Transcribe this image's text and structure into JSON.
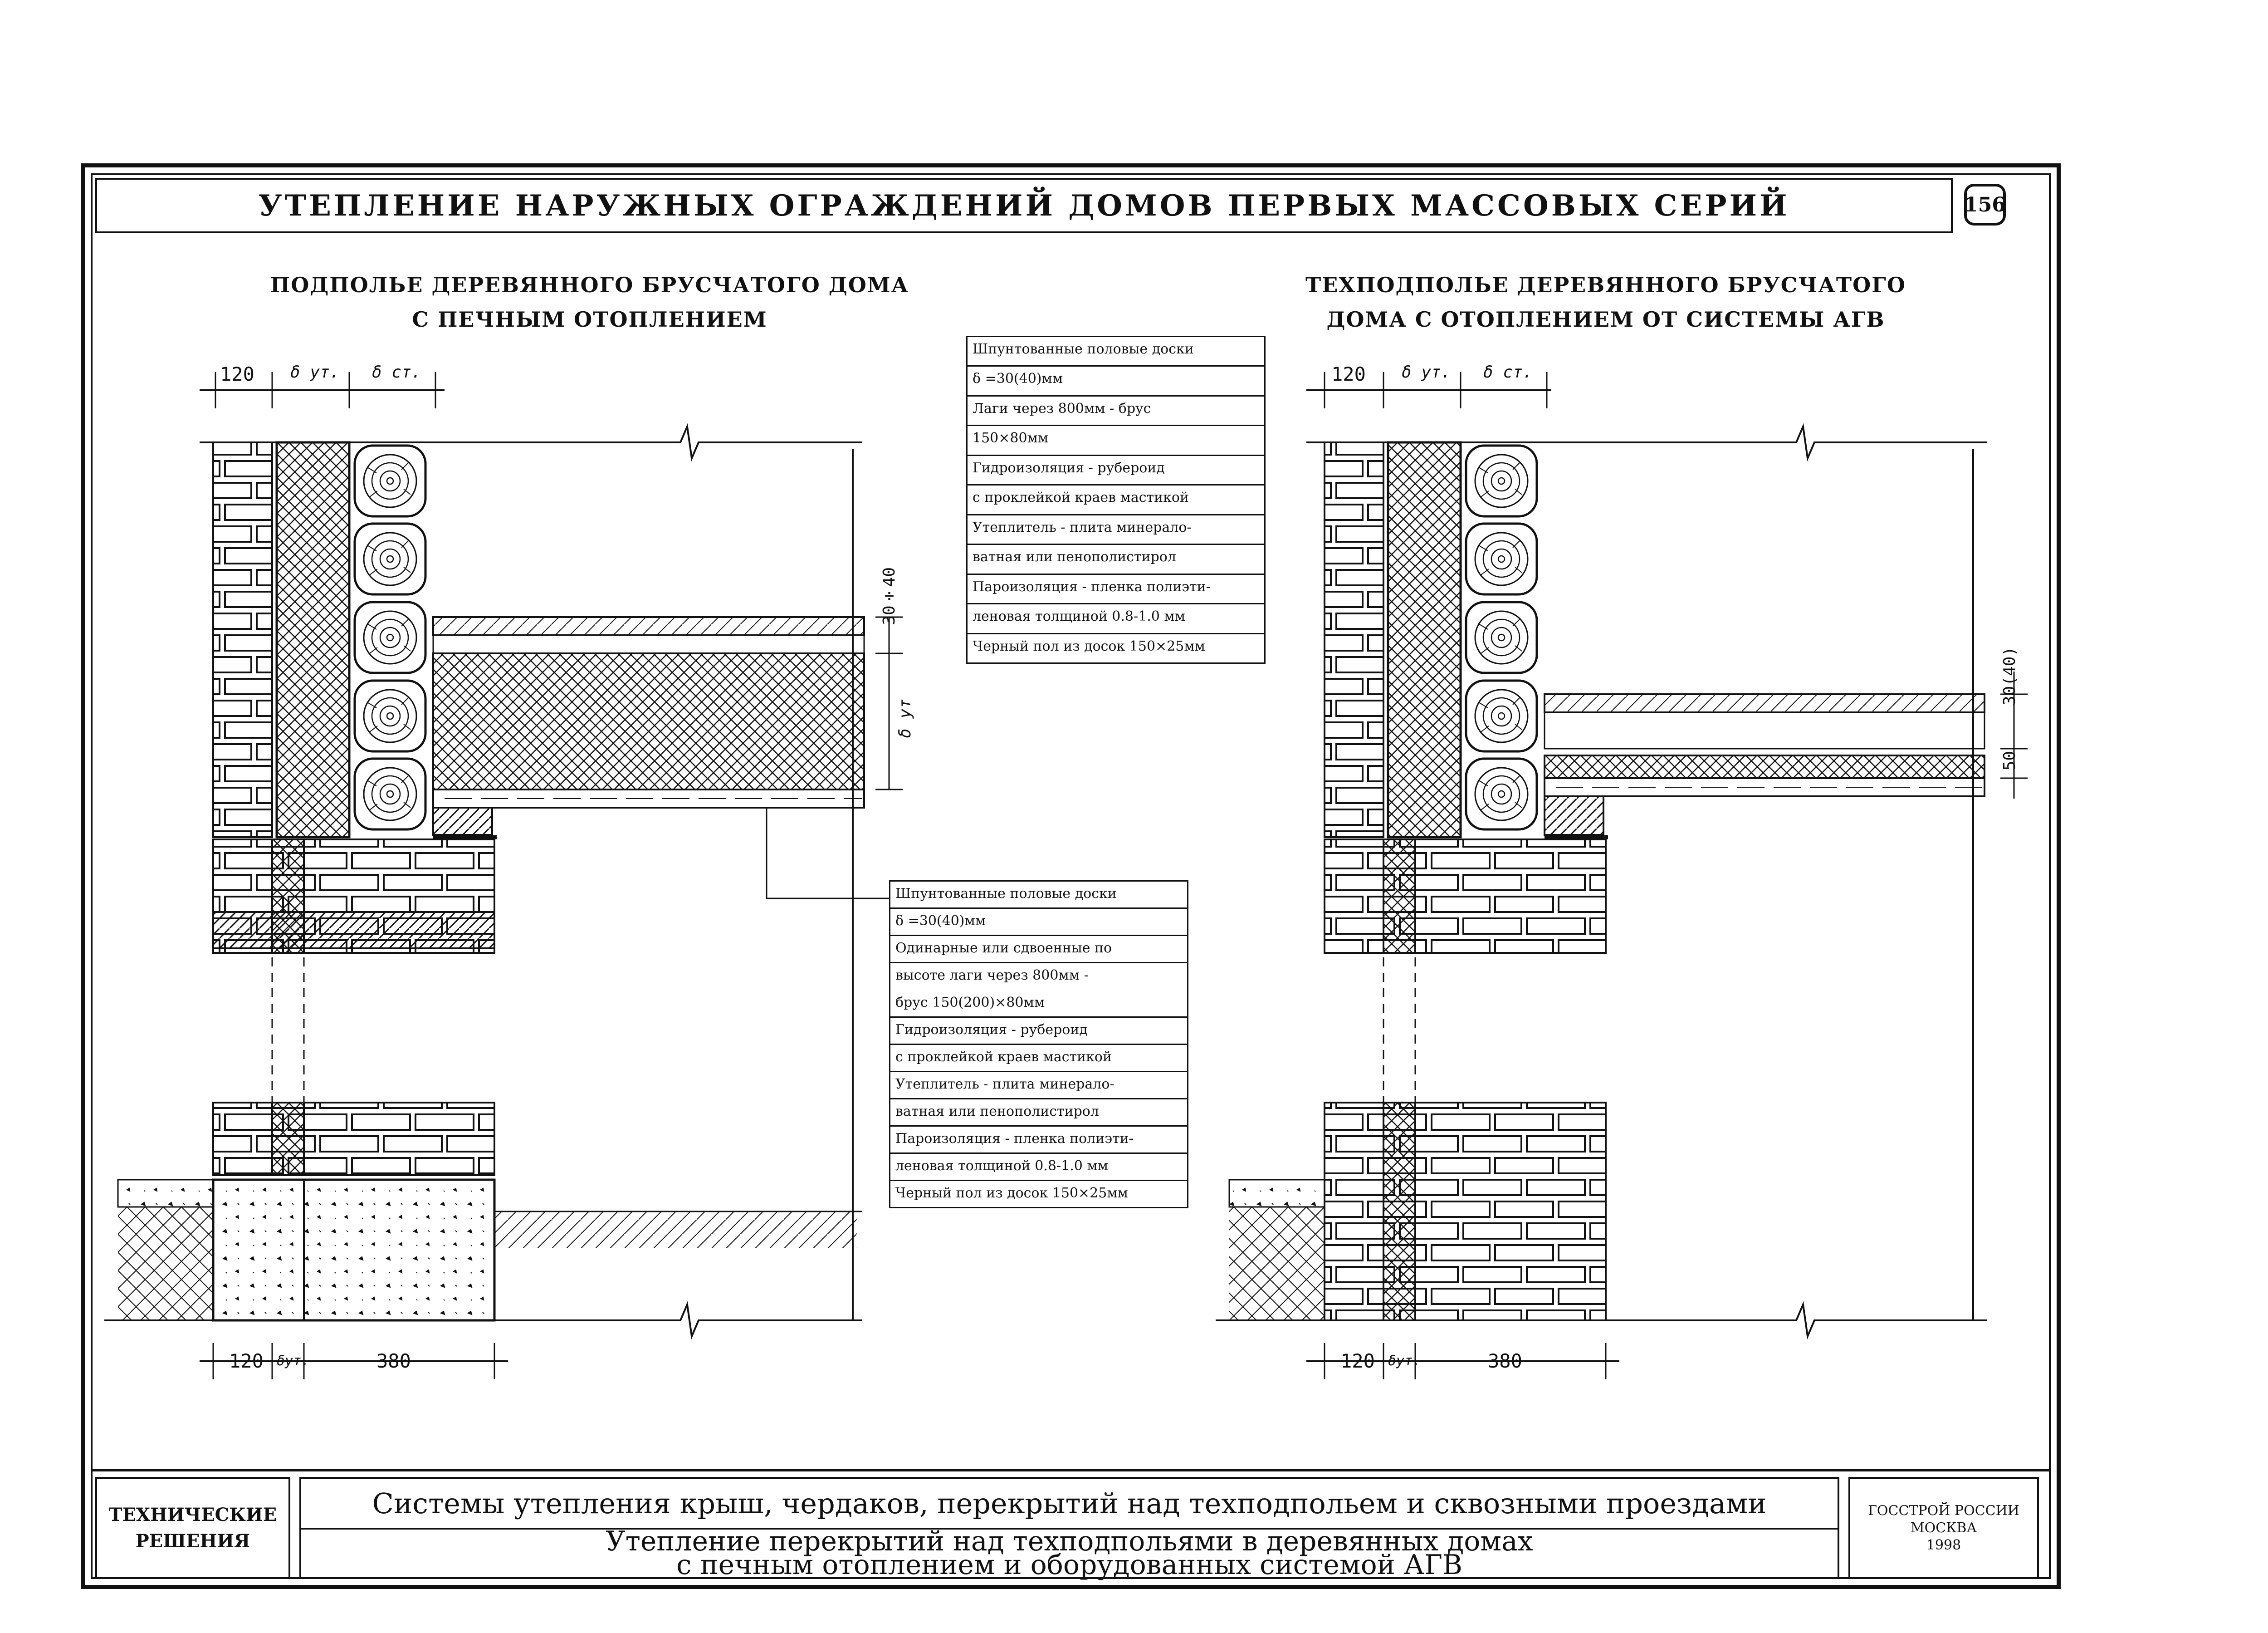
{
  "sheet": {
    "title": "УТЕПЛЕНИЕ НАРУЖНЫХ ОГРАЖДЕНИЙ ДОМОВ ПЕРВЫХ МАССОВЫХ СЕРИЙ",
    "number": "156"
  },
  "left_drawing": {
    "heading_line1": "ПОДПОЛЬЕ ДЕРЕВЯННОГО БРУСЧАТОГО ДОМА",
    "heading_line2": "С ПЕЧНЫМ ОТОПЛЕНИЕМ",
    "dim_top_120": "120",
    "dim_top_ut": "δ ут.",
    "dim_top_st": "δ ст.",
    "dim_right_1": "30÷40",
    "dim_right_2": "δ ут",
    "dim_bottom_120": "120",
    "dim_bottom_ut": "δут.",
    "dim_bottom_380": "380"
  },
  "right_drawing": {
    "heading_line1": "ТЕХПОДПОЛЬЕ ДЕРЕВЯННОГО БРУСЧАТОГО",
    "heading_line2": "ДОМА С ОТОПЛЕНИЕМ ОТ СИСТЕМЫ АГВ",
    "dim_top_120": "120",
    "dim_top_ut": "δ ут.",
    "dim_top_st": "δ ст.",
    "dim_right_1": "30(40)",
    "dim_right_2": "50",
    "dim_bottom_120": "120",
    "dim_bottom_ut": "δут.",
    "dim_bottom_380": "380"
  },
  "legend_top": [
    "Шпунтованные половые доски",
    "δ =30(40)мм",
    "Лаги через 800мм - брус",
    "150×80мм",
    "Гидроизоляция - рубероид",
    "с проклейкой краев мастикой",
    "Утеплитель - плита минерало-",
    "ватная или пенополистирол",
    "Пароизоляция - пленка полиэти-",
    "леновая толщиной 0.8-1.0 мм",
    "Черный пол из досок 150×25мм"
  ],
  "legend_bottom": [
    "Шпунтованные половые доски",
    "δ =30(40)мм",
    "Одинарные или сдвоенные по",
    "высоте лаги через 800мм -",
    "брус 150(200)×80мм",
    "Гидроизоляция - рубероид",
    "с проклейкой краев мастикой",
    "Утеплитель - плита минерало-",
    "ватная или пенополистирол",
    "Пароизоляция - пленка полиэти-",
    "леновая толщиной 0.8-1.0 мм",
    "Черный пол из досок 150×25мм"
  ],
  "stamp": {
    "left_line1": "ТЕХНИЧЕСКИЕ",
    "left_line2": "РЕШЕНИЯ",
    "mid_line1": "Системы утепления крыш, чердаков, перекрытий над техподпольем и сквозными проездами",
    "mid_line2": "Утепление перекрытий над техподпольями в деревянных домах",
    "mid_line3": "с печным отоплением и оборудованных системой АГВ",
    "right_line1": "ГОССТРОЙ РОССИИ",
    "right_line2": "МОСКВА",
    "right_line3": "1998"
  }
}
